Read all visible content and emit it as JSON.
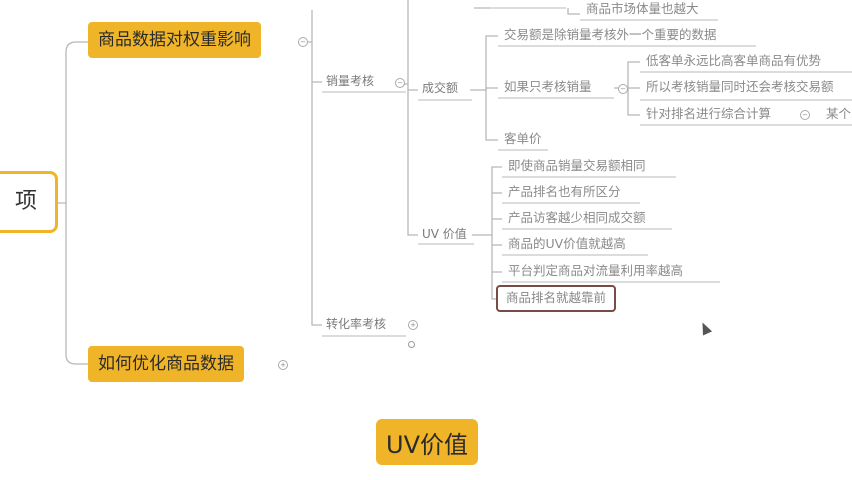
{
  "root": {
    "label": "项"
  },
  "main_topics": [
    {
      "label": "商品数据对权重影响"
    },
    {
      "label": "如何优化商品数据"
    }
  ],
  "branches": {
    "sales": "销量考核",
    "conversion": "转化率考核",
    "gmv": "成交额",
    "uv": "UV 价值",
    "market_top": "商品市场体量也越大",
    "gmv_note": "交易额是除销量考核外一个重要的数据",
    "sales_only": "如果只考核销量",
    "low_price": "低客单永远比高客单商品有优势",
    "both": "所以考核销量同时还会考核交易额",
    "combined": "针对排名进行综合计算",
    "some": "某个",
    "aov": "客单价",
    "uv_items": [
      "即使商品销量交易额相同",
      "产品排名也有所区分",
      "产品访客越少相同成交额",
      "商品的UV价值就越高",
      "平台判定商品对流量利用率越高",
      "商品排名就越靠前"
    ]
  },
  "caption": "UV价值",
  "colors": {
    "accent": "#f0b429",
    "selected_border": "#7a4b45",
    "line": "#b8b8b8"
  }
}
